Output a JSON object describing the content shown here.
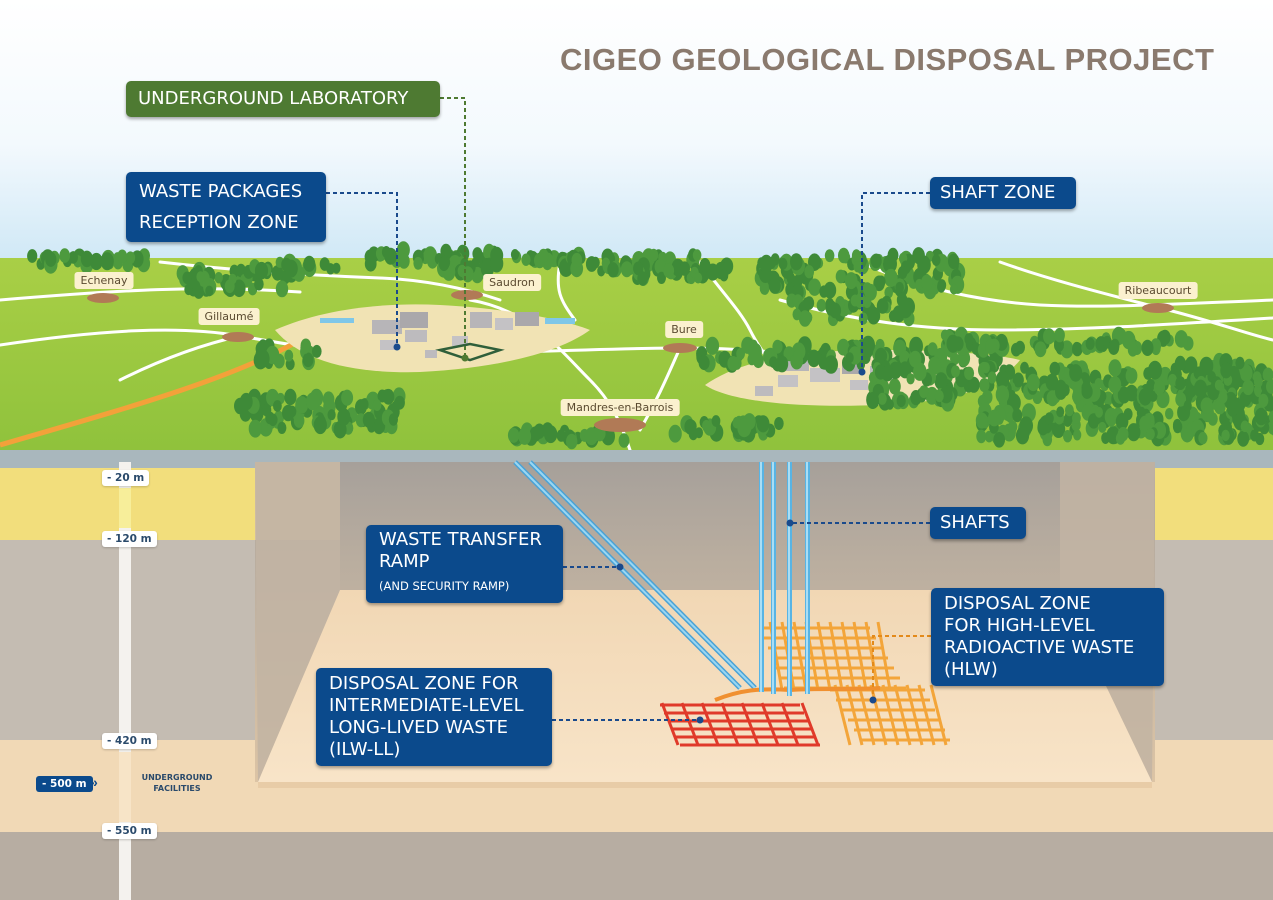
{
  "title": "CIGEO GEOLOGICAL DISPOSAL PROJECT",
  "colors": {
    "title": "#8a7a6e",
    "label_blue": "#0b4a8c",
    "label_green": "#4e7a32",
    "leader_blue": "#1a4a8c",
    "leader_green": "#4e7a32",
    "leader_orange": "#e38a1a",
    "ilw_red": "#e03a2a",
    "hlw_orange": "#f3a53a",
    "shaft_blue": "#6fc3ea"
  },
  "labels": {
    "underground_lab": {
      "lines": [
        "UNDERGROUND LABORATORY"
      ]
    },
    "reception_zone": {
      "lines": [
        "WASTE PACKAGES",
        "RECEPTION ZONE"
      ]
    },
    "shaft_zone": {
      "lines": [
        "SHAFT ZONE"
      ]
    },
    "shafts": {
      "lines": [
        "SHAFTS"
      ]
    },
    "ramp": {
      "lines": [
        "WASTE TRANSFER",
        "RAMP"
      ],
      "sub": "(AND SECURITY RAMP)"
    },
    "hlw": {
      "lines": [
        "DISPOSAL ZONE",
        "FOR HIGH-LEVEL",
        "RADIOACTIVE WASTE",
        "(HLW)"
      ]
    },
    "ilw": {
      "lines": [
        "DISPOSAL ZONE FOR",
        "INTERMEDIATE-LEVEL",
        "LONG-LIVED WASTE",
        "(ILW-LL)"
      ]
    }
  },
  "villages": [
    "Echenay",
    "Gillaumé",
    "Saudron",
    "Bure",
    "Mandres-en-Barrois",
    "Ribeaucourt"
  ],
  "depths": [
    "- 20 m",
    "- 120 m",
    "- 420 m",
    "- 550 m"
  ],
  "depth_facilities": {
    "depth": "- 500 m",
    "arrows": "»",
    "label_lines": [
      "UNDERGROUND",
      "FACILITIES"
    ]
  }
}
